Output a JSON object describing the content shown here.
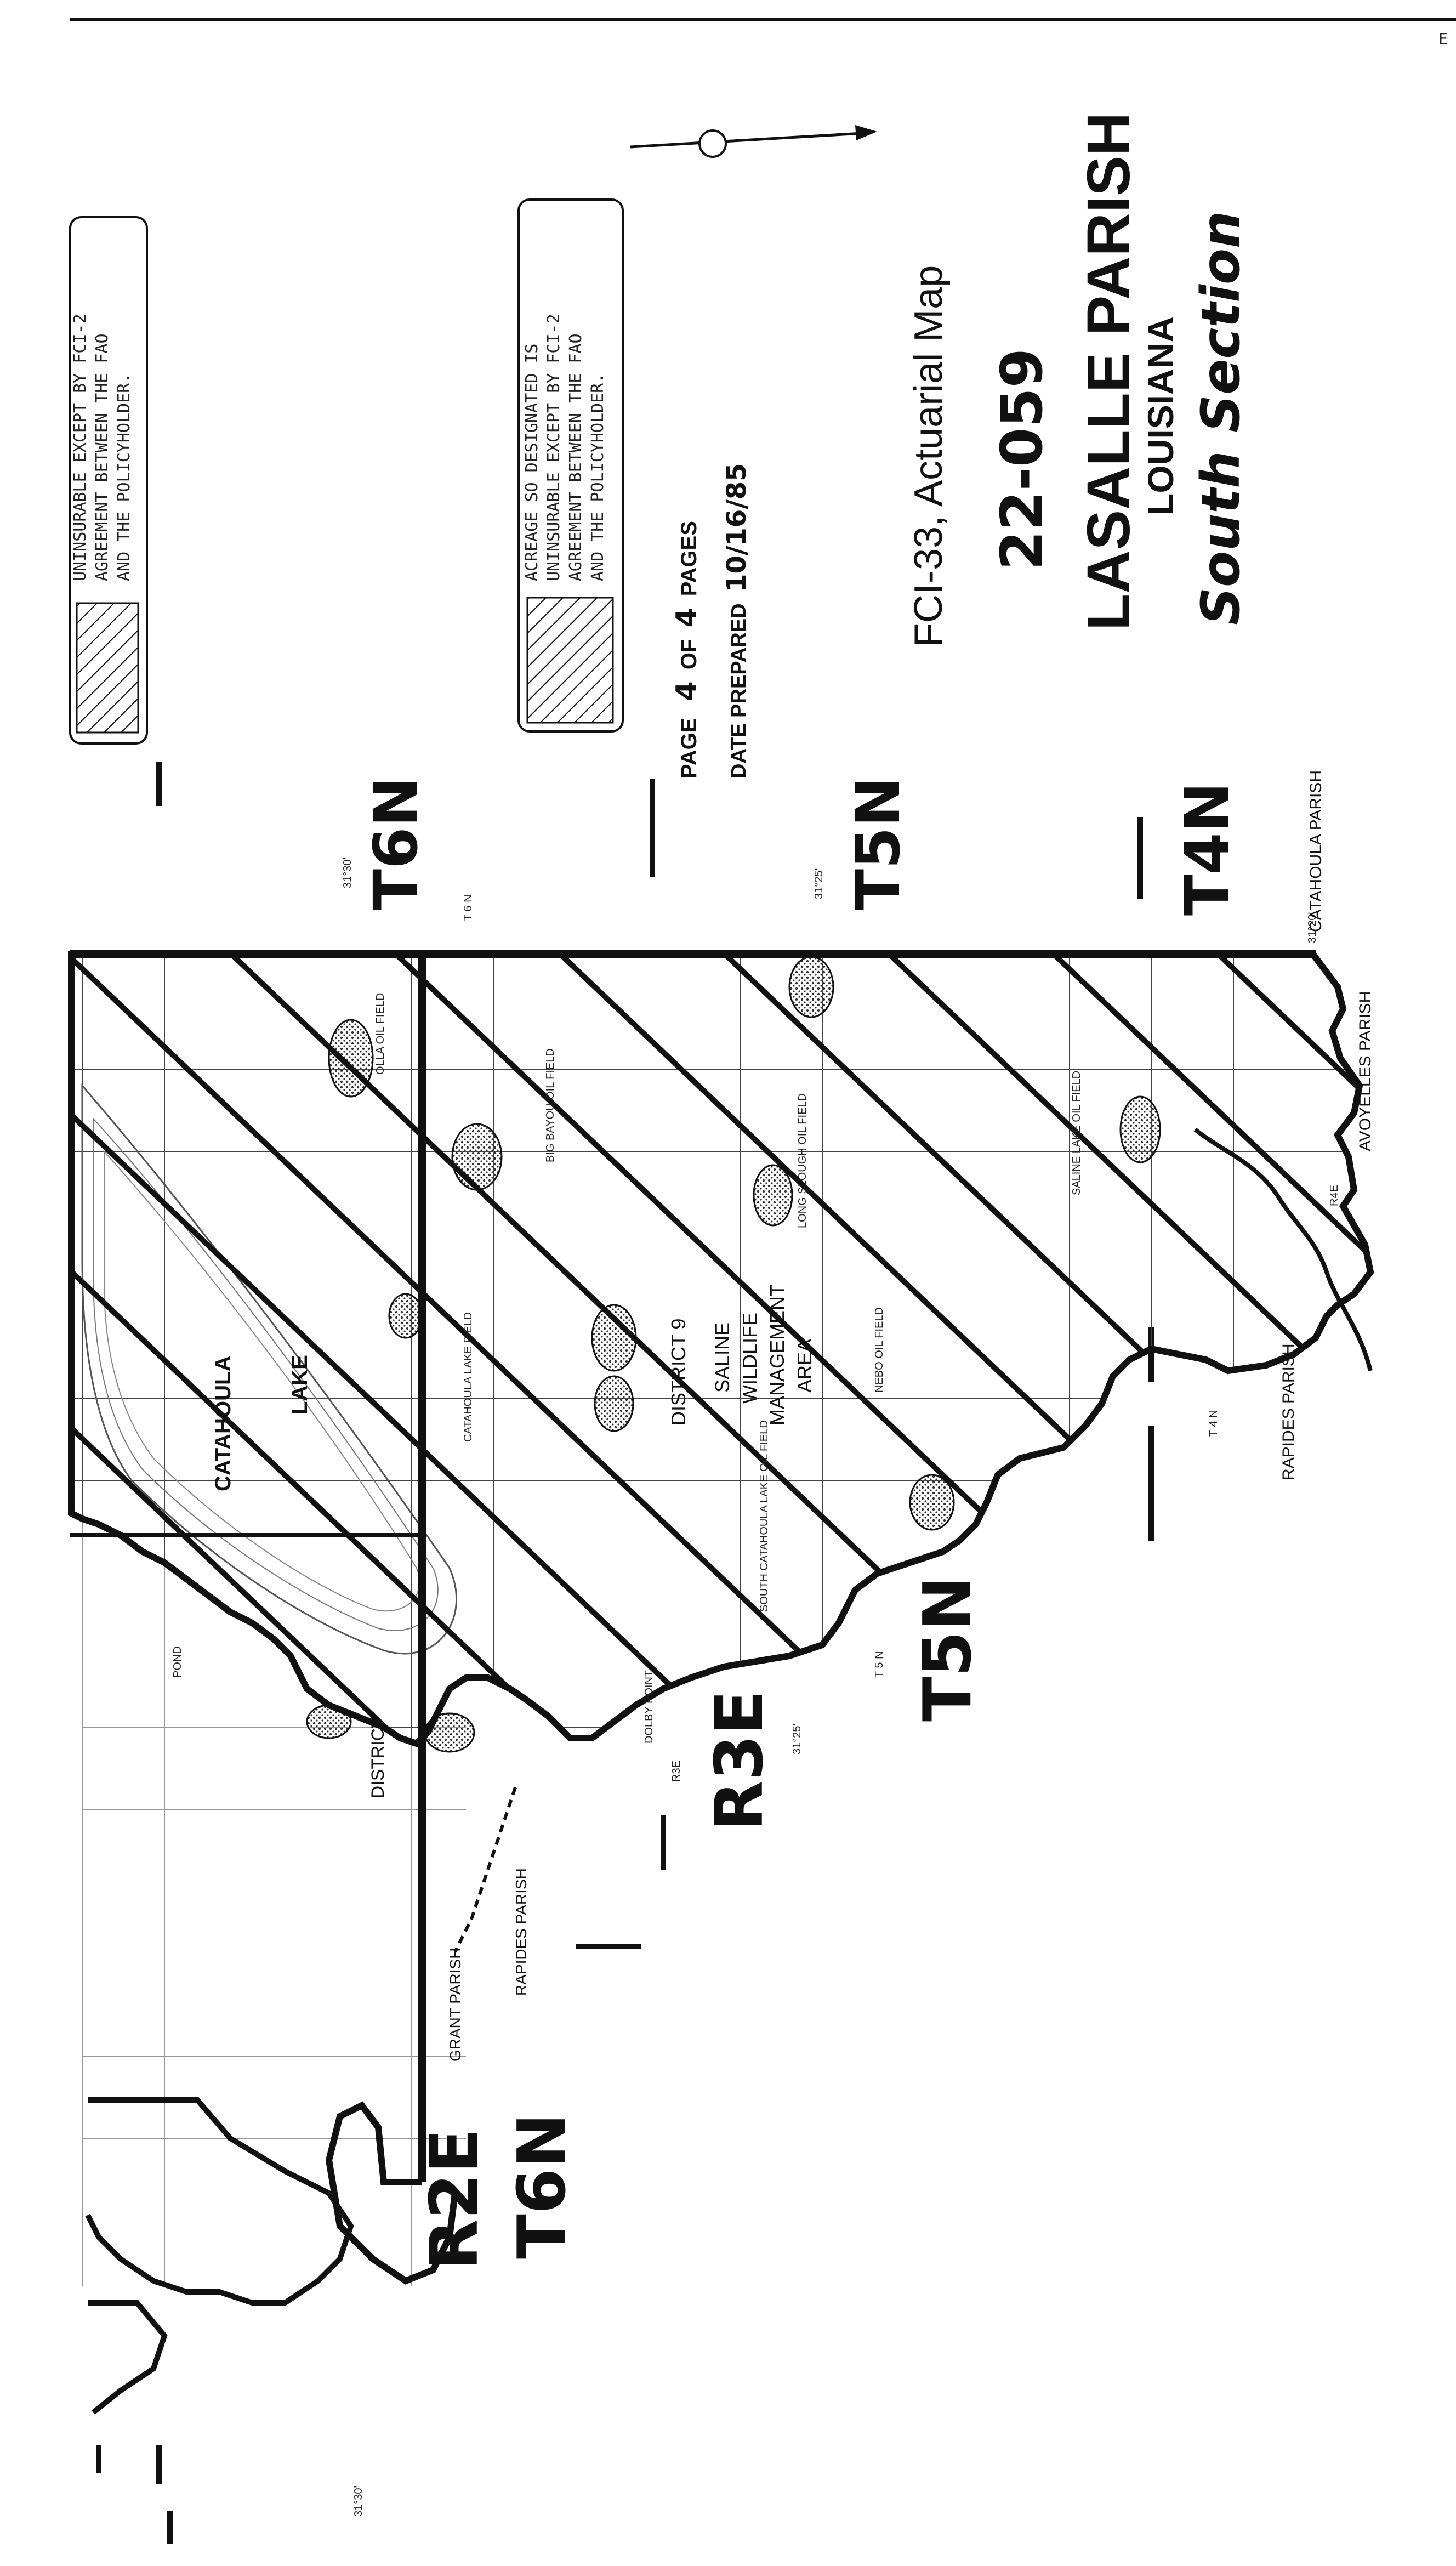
{
  "header": {
    "corner_mark": "E"
  },
  "title_block": {
    "form": "FCI-33, Actuarial Map",
    "map_number": "22-059",
    "parish": "LASALLE PARISH",
    "state": "LOUISIANA",
    "section": "South Section",
    "page_label": "PAGE",
    "page_of": "4",
    "of_label": "OF",
    "page_total": "4",
    "pages_label": "PAGES",
    "date_label": "DATE PREPARED",
    "date_value": "10/16/85"
  },
  "legend": {
    "partial_text": "UNINSURABLE EXCEPT BY FCI-2 AGREEMENT BETWEEN THE FAO AND THE POLICYHOLDER.",
    "partial_lines": [
      "UNINSURABLE EXCEPT BY FCI-2",
      "AGREEMENT BETWEEN THE FAO",
      "AND THE POLICYHOLDER."
    ],
    "full_lines": [
      "ACREAGE SO DESIGNATED IS",
      "UNINSURABLE EXCEPT BY FCI-2",
      "AGREEMENT BETWEEN THE FAO",
      "AND THE POLICYHOLDER."
    ]
  },
  "township_labels": {
    "t6n_top": "T6N",
    "t5n_top": "T5N",
    "t4n_top": "T4N",
    "t5n_bottom": "T5N",
    "t6n_bottom": "T6N",
    "r2e": "R2E",
    "r3e": "R3E"
  },
  "small_labels": {
    "lat_1": "31°30'",
    "lat_2": "31°25'",
    "lat_3": "31°20'",
    "lat_4": "31°25'",
    "lat_5": "31°30'",
    "r3e_small": "R3E",
    "r4e_small": "R4E",
    "t5n_small": "T 5 N",
    "t4n_small": "T 4 N",
    "t6n_small": "T 6 N"
  },
  "parish_labels": {
    "catahoula": "CATAHOULA PARISH",
    "avoyelles": "AVOYELLES PARISH",
    "rapides_east": "RAPIDES PARISH",
    "rapides_west": "RAPIDES PARISH",
    "grant": "GRANT PARISH"
  },
  "map_labels": {
    "catahoula_lake": "CATAHOULA",
    "lake": "LAKE",
    "district_9": "DISTRICT 9",
    "saline": "SALINE",
    "wildlife": "WILDLIFE",
    "management": "MANAGEMENT",
    "area": "AREA",
    "district": "DISTRICT",
    "long_slough": "LONG SLOUGH OIL FIELD",
    "saline_lake": "SALINE LAKE OIL FIELD",
    "nebo": "NEBO OIL FIELD",
    "south_catahoula": "SOUTH CATAHOULA LAKE OIL FIELD",
    "olla": "OLLA OIL FIELD",
    "big_bayou": "BIG BAYOU OIL FIELD",
    "catahoula_lake_field": "CATAHOULA LAKE FIELD",
    "pond": "POND",
    "dolby_point": "DOLBY POINT"
  }
}
